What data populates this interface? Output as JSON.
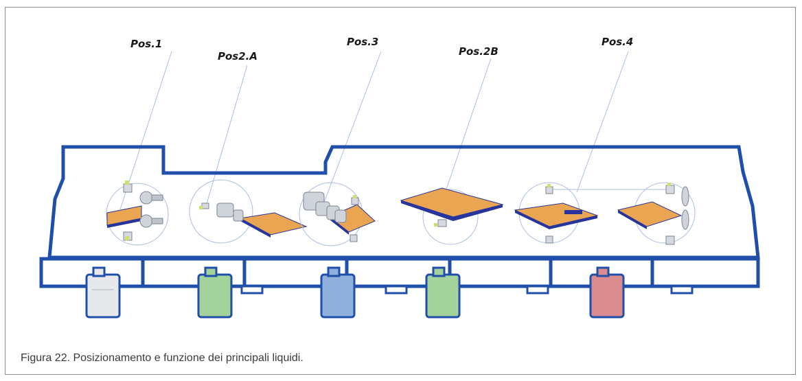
{
  "figure": {
    "position_labels": [
      "Pos.1",
      "Pos2.A",
      "Pos.3",
      "Pos.2B",
      "Pos.4"
    ],
    "caption": "Figura 22. Posizionamento e funzione dei principali liquidi."
  },
  "colors": {
    "machine_outline": "#1f4fa8",
    "board_top": "#e9a552",
    "board_edge": "#27349b",
    "canister_white": "#e6e8ea",
    "canister_green": "#a3d29a",
    "canister_blue": "#8fb1dc",
    "canister_red": "#d98b90",
    "leader_line": "#a9bfe2"
  },
  "canisters": [
    "canister-white",
    "canister-green",
    "canister-blue",
    "canister-green",
    "canister-red"
  ]
}
